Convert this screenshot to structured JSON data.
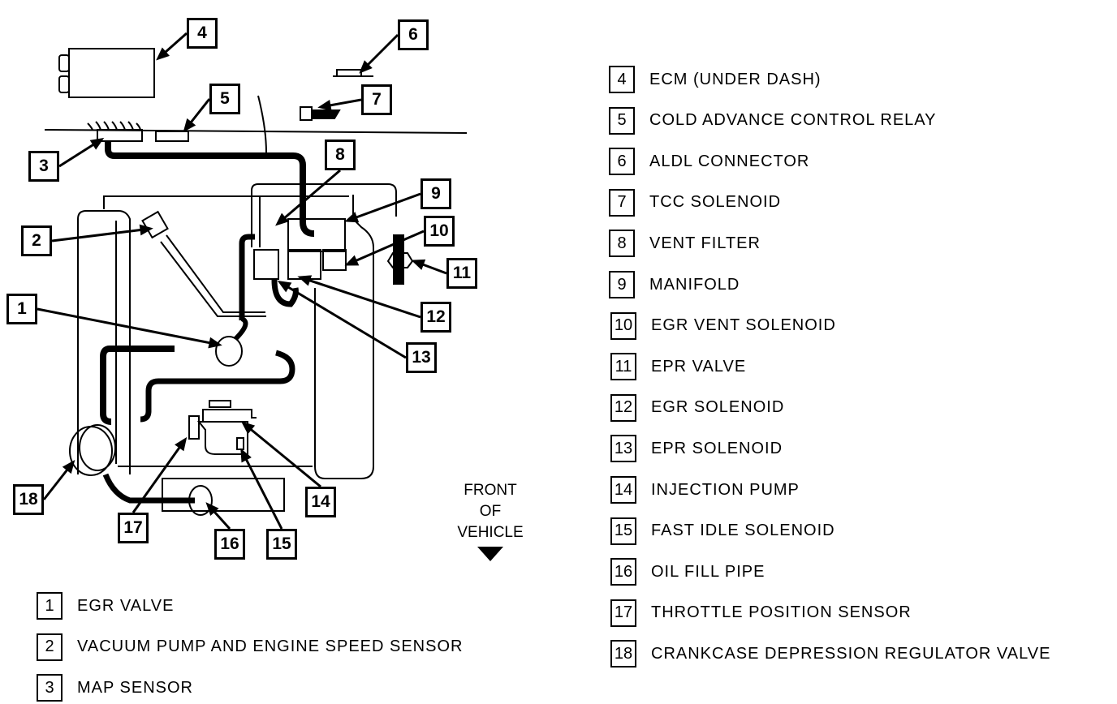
{
  "legend": [
    {
      "number": "1",
      "label": "EGR VALVE"
    },
    {
      "number": "2",
      "label": "VACUUM PUMP AND ENGINE SPEED SENSOR"
    },
    {
      "number": "3",
      "label": "MAP SENSOR"
    },
    {
      "number": "4",
      "label": "ECM (UNDER DASH)"
    },
    {
      "number": "5",
      "label": "COLD ADVANCE CONTROL RELAY"
    },
    {
      "number": "6",
      "label": "ALDL CONNECTOR"
    },
    {
      "number": "7",
      "label": "TCC SOLENOID"
    },
    {
      "number": "8",
      "label": "VENT FILTER"
    },
    {
      "number": "9",
      "label": "MANIFOLD"
    },
    {
      "number": "10",
      "label": "EGR VENT SOLENOID"
    },
    {
      "number": "11",
      "label": "EPR VALVE"
    },
    {
      "number": "12",
      "label": "EGR SOLENOID"
    },
    {
      "number": "13",
      "label": "EPR SOLENOID"
    },
    {
      "number": "14",
      "label": "INJECTION PUMP"
    },
    {
      "number": "15",
      "label": "FAST IDLE SOLENOID"
    },
    {
      "number": "16",
      "label": "OIL FILL PIPE"
    },
    {
      "number": "17",
      "label": "THROTTLE POSITION SENSOR"
    },
    {
      "number": "18",
      "label": "CRANKCASE DEPRESSION REGULATOR VALVE"
    }
  ],
  "direction": {
    "line1": "FRONT",
    "line2": "OF",
    "line3": "VEHICLE",
    "arrow_icon": "arrow-down-icon"
  }
}
